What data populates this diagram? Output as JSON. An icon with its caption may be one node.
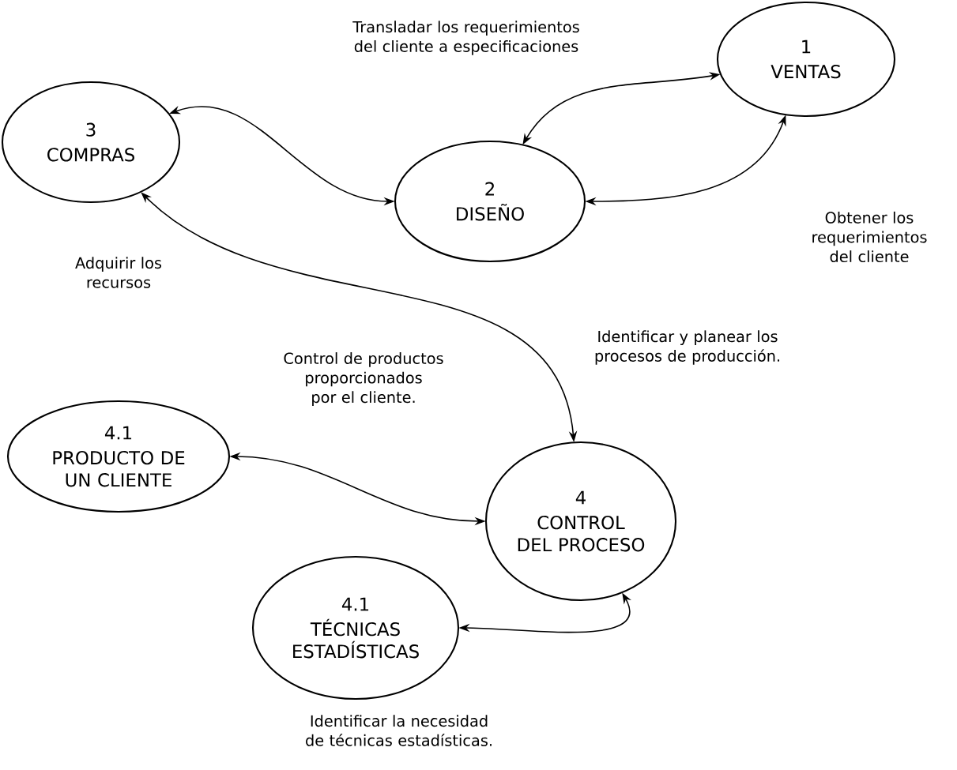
{
  "diagram": {
    "nodes": [
      {
        "text": [
          "1",
          "VENTAS"
        ]
      },
      {
        "text": [
          "3",
          "COMPRAS"
        ]
      },
      {
        "text": [
          "2",
          "DISEÑO"
        ]
      },
      {
        "text": [
          "4.1",
          "PRODUCTO DE UN CLIENTE"
        ]
      },
      {
        "text": [
          "4",
          "CONTROL DEL PROCESO"
        ]
      },
      {
        "text": [
          "4.1",
          "TÉCNICAS ESTADÍSTICAS"
        ]
      }
    ],
    "edges": [
      {
        "from": 0,
        "to": 2,
        "arrow": "both"
      },
      {
        "from": 2,
        "to": 0,
        "arrow": "both"
      },
      {
        "from": 1,
        "to": 2,
        "arrow": "both"
      },
      {
        "from": 1,
        "to": 4,
        "arrow": "both"
      },
      {
        "from": 3,
        "to": 4,
        "arrow": "both"
      },
      {
        "from": 5,
        "to": 4,
        "arrow": "both"
      }
    ],
    "labels": [
      "Transladar los requerimientos del cliente a especificaciones",
      "Obtener los requerimientos del cliente",
      "Adquirir los recursos",
      "Identificar y planear los procesos de producción.",
      "Control de productos proporcionados por el cliente.",
      "Identificar la necesidad de técnicas estadísticas."
    ]
  }
}
